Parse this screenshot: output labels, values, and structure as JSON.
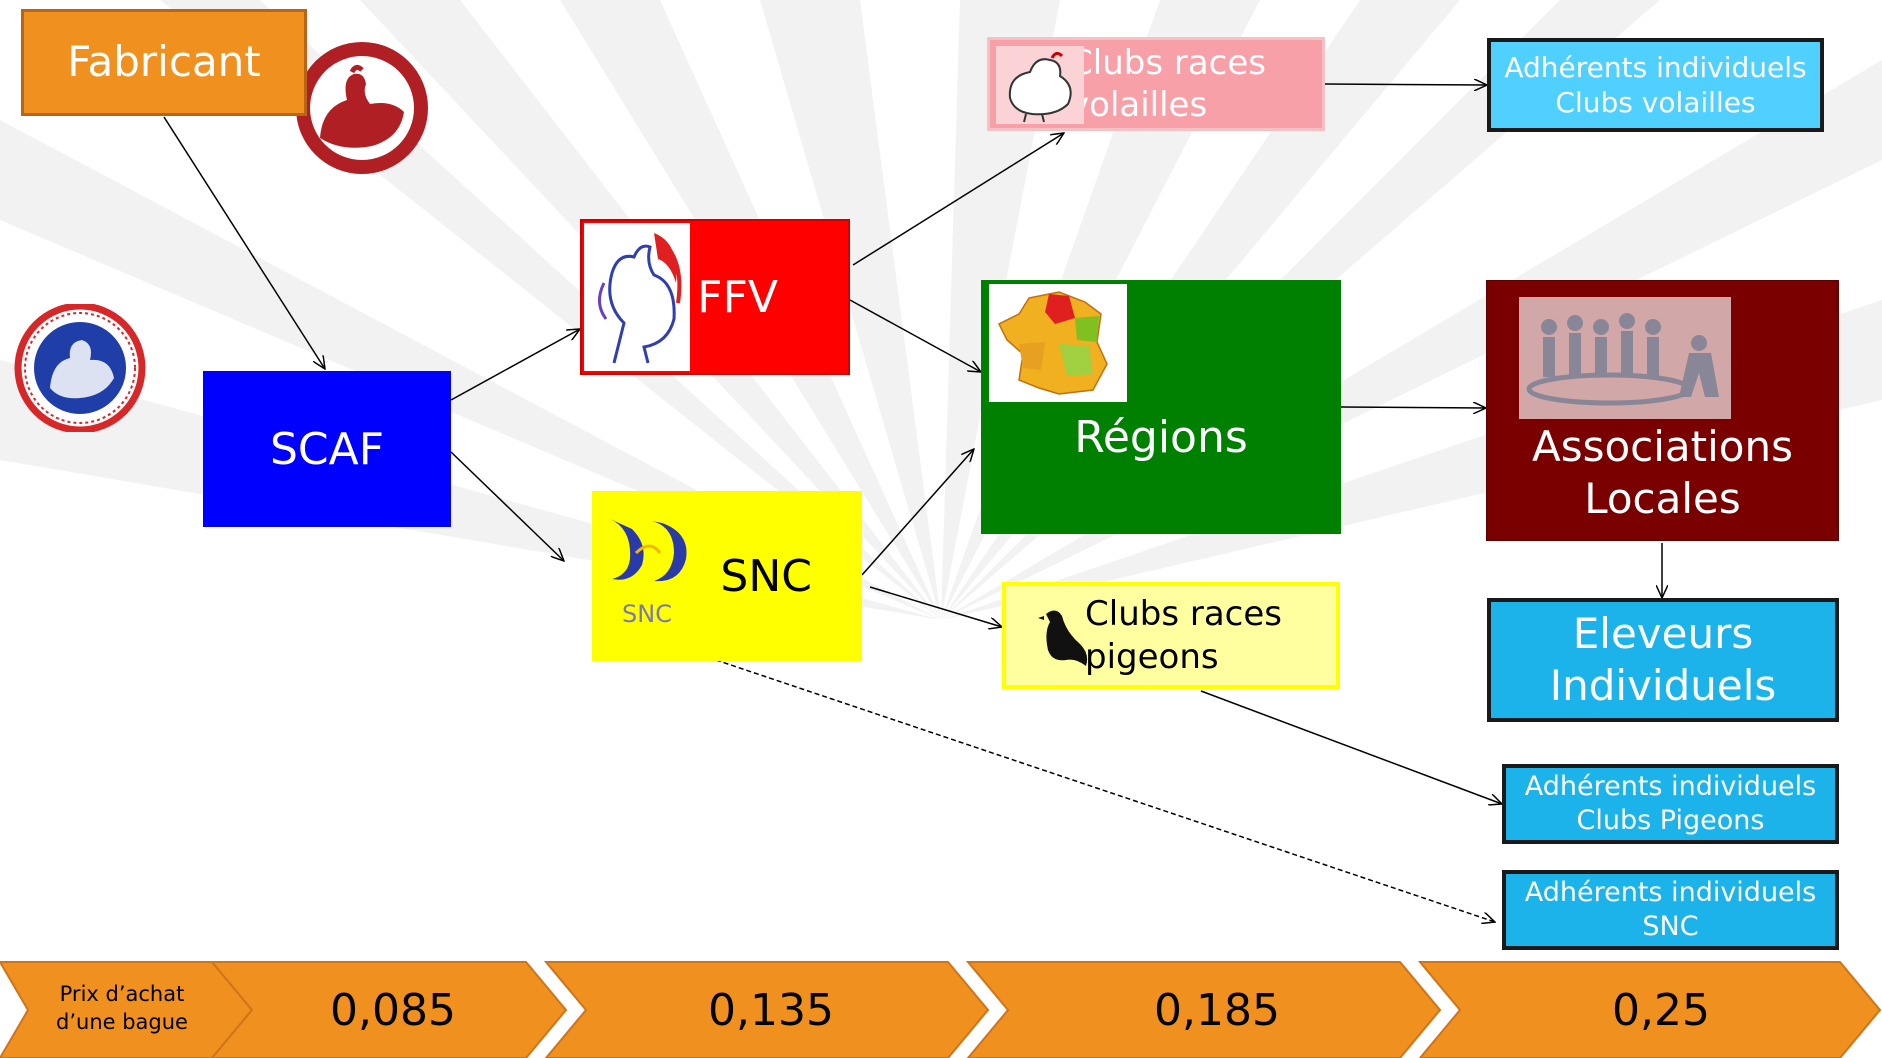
{
  "nodes": {
    "fabricant": "Fabricant",
    "scaf": "SCAF",
    "ffv": "FFV",
    "snc": "SNC",
    "snc_logo_text": "SNC",
    "regions": "Régions",
    "clubs_volailles": "Clubs races\nvolailles",
    "clubs_pigeons": "Clubs races\npigeons",
    "adherents_volailles": "Adhérents individuels\nClubs volailles",
    "associations": "Associations\nLocales",
    "eleveurs": "Eleveurs\nIndividuels",
    "adherents_pigeons": "Adhérents individuels\nClubs Pigeons",
    "adherents_snc": "Adhérents individuels\nSNC"
  },
  "price_bar": {
    "caption": "Prix d’achat\nd’une bague",
    "values": [
      "0,085",
      "0,135",
      "0,185",
      "0,25"
    ]
  },
  "colors": {
    "fabricant": "#f0901f",
    "scaf": "#0000ff",
    "ffv": "#ff0000",
    "snc": "#ffff00",
    "regions": "#008000",
    "clubs_volailles": "#f8a0a8",
    "clubs_pigeons": "#ffffa0",
    "associations": "#7a0000",
    "adherents": "#1bb3ea",
    "price_chevron": "#f0901f"
  },
  "icons": [
    "rooster-logo-icon",
    "scaf-seal-icon",
    "ffv-rooster-icon",
    "snc-logo-icon",
    "france-map-icon",
    "hen-icon",
    "pigeon-icon",
    "people-group-icon"
  ]
}
